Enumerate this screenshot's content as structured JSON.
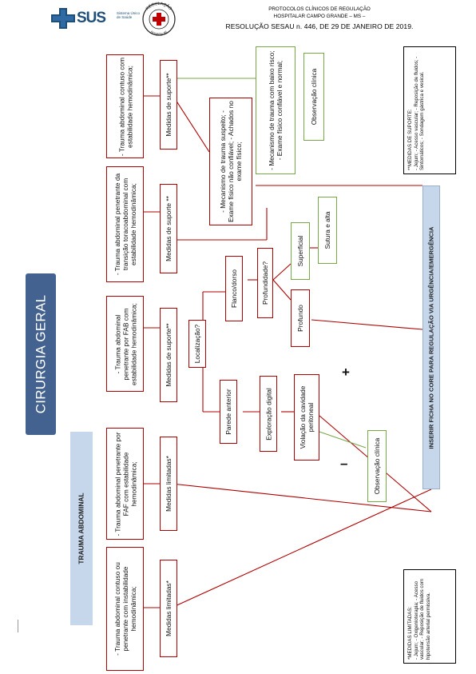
{
  "header": {
    "sus_logo_text": "SUS",
    "sus_logo_sub": "Sistema Único de Saúde",
    "seal_top_text": "REGULAÇÃO",
    "seal_bottom_text": "HOSPITALAR",
    "line1": "PROTOCOLOS CLÍNICOS DE REGULAÇÃO",
    "line2": "HOSPITALAR CAMPO GRANDE – MS –",
    "line3": "RESOLUÇÃO SESAU n. 446, DE 29 DE JANEIRO DE 2019."
  },
  "banner": {
    "title": "CIRURGIA GERAL"
  },
  "trauma_label": "TRAUMA ABDOMINAL",
  "inserir_label": "INSERIR FICHA NO CORE PARA REGULAÇÃO VIA URGÊNCIA/EMERGÊNCIA",
  "colors": {
    "box_border": "#b00000",
    "green_border": "#78a84a",
    "banner_blue": "#44628f",
    "light_blue": "#c6d7ec"
  },
  "cases": {
    "c1": "- Trauma abdominal contuso ou penetrante com instabilidade hemodinâmica;",
    "c2": "- Trauma abdominal penetrante por FAF com estabilidade hemodinâmica;",
    "c3": "- Trauma abdominal penetrante por FAB com estabilidade hemodinâmica;",
    "c4": "- Trauma abdominal penetrante da transição toracoabdominal com estabilidade hemodinâmica;",
    "c5": "- Trauma abdominal contuso com estabilidade hemodinâmica;"
  },
  "measures": {
    "m1": "Medidas limitadas*",
    "m2": "Medidas limitadas*",
    "m3": "Medidas de suporte**",
    "m4": "Medidas de suporte **",
    "m5": "Medidas de suporte**"
  },
  "flow": {
    "localizacao": "Localização?",
    "parede_anterior": "Parede anterior",
    "exploracao_digital": "Exploração digital",
    "violacao": "Violação da cavidade peritoneal",
    "observacao_clinica_1": "Observação clínica",
    "minus": "–",
    "plus": "+",
    "flanco_dorso": "Flanco/dorso",
    "profundidade": "Profundidade?",
    "profundo": "Profundo",
    "superficial": "Superficial",
    "sutura_alta": "Sutura e alta",
    "suspeito": "- Mecanismo de trauma suspeito; - Exame físico não confiável; - Achados no exame físico;",
    "baixo_risco": "- Mecanismo de trauma com baixo risco; - Exame físico confiável e normal;",
    "observacao_clinica_2": "Observação clínica"
  },
  "notes": {
    "suporte_title": "**MEDIDAS DE SUPORTE:",
    "suporte_items": "- Jejum; - Acesso vascular; - Reposição de fluidos; - Sintomáticos; - Sondagem gástrica e vesical.",
    "limitadas_title": "*MEDIDAS LIMITADAS:",
    "limitadas_items": "- Jejum; - Oxigenioterapia; - Acesso vascular; - Reposição de fluidos com hipotensão arterial permissiva."
  }
}
